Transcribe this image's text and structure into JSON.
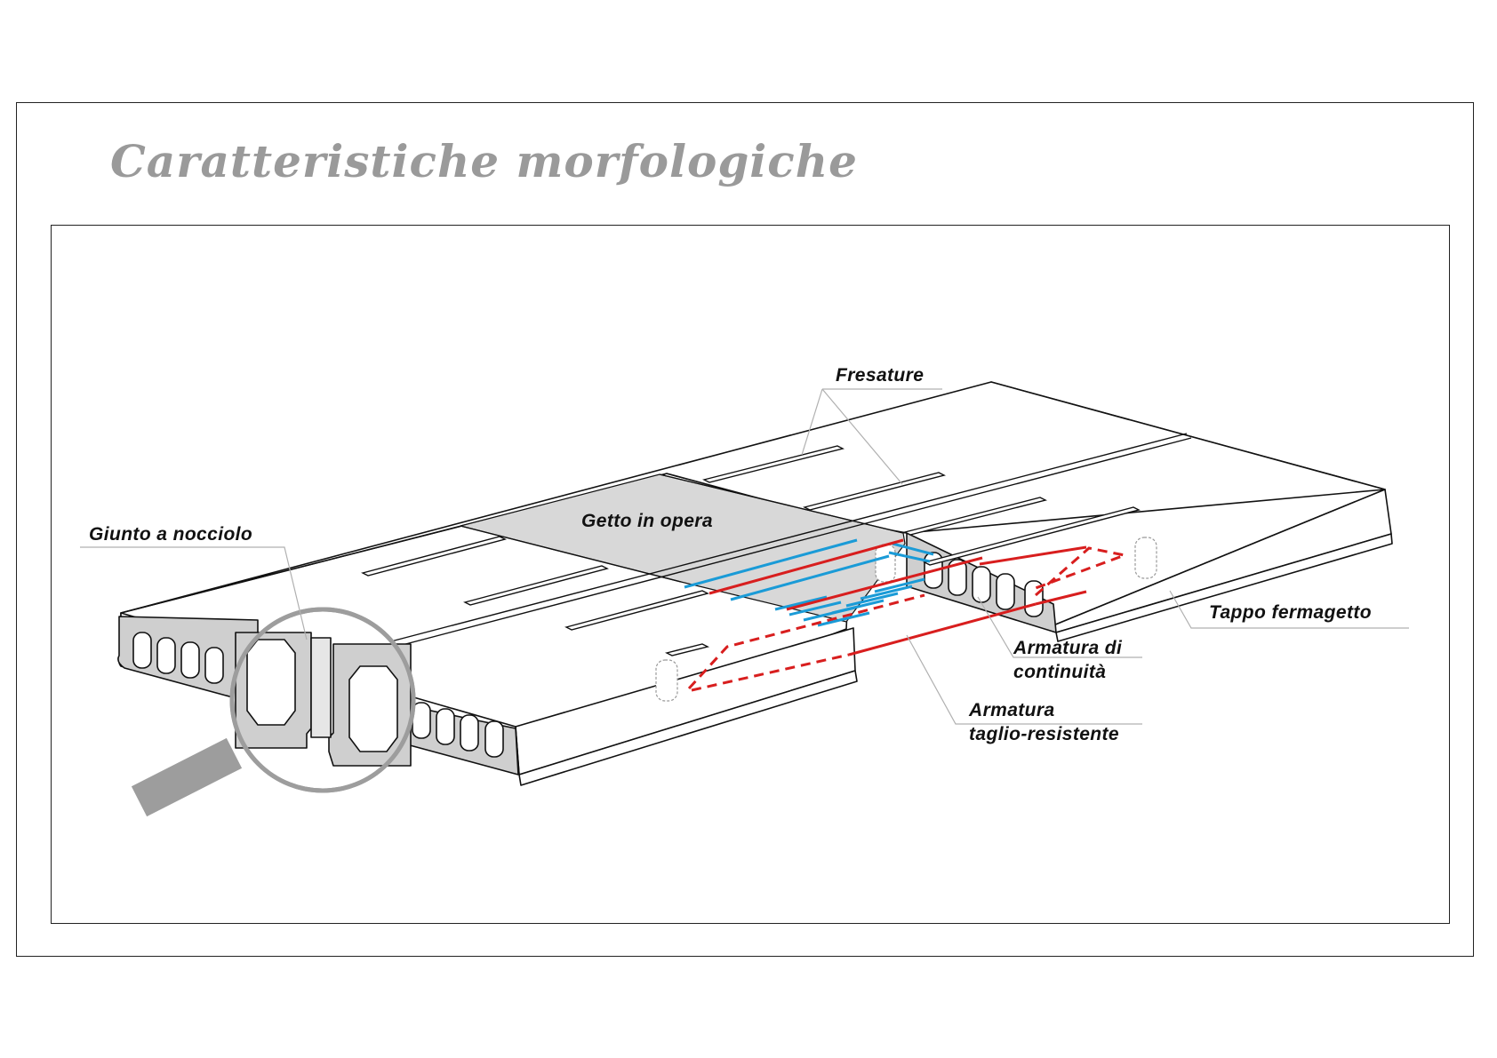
{
  "title": "Caratteristiche morfologiche",
  "labels": {
    "fresature": "Fresature",
    "getto": "Getto in opera",
    "giunto": "Giunto a nocciolo",
    "tappo": "Tappo fermagetto",
    "continuita_line1": "Armatura di",
    "continuita_line2": "continuità",
    "taglio_line1": "Armatura",
    "taglio_line2": "taglio-resistente"
  },
  "colors": {
    "title": "#9a9a9a",
    "reinforcement_continuity": "#d81e1e",
    "reinforcement_shear": "#1a9bd7",
    "cast_in_place": "#d8d8d8",
    "panel_section": "#cfcfcf",
    "leader_lines": "#b0b0b0"
  }
}
